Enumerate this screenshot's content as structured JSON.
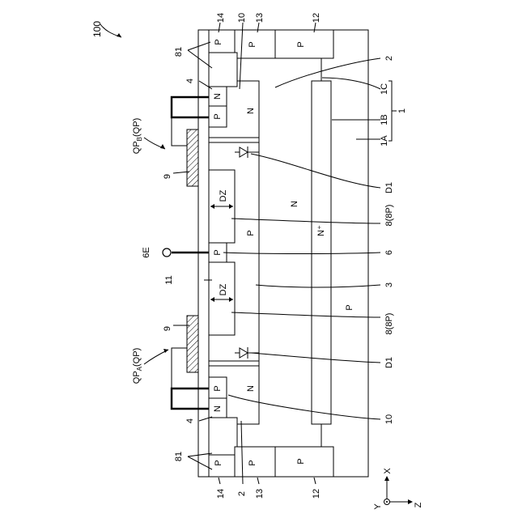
{
  "figure_label": "100",
  "regions": {
    "p14_top": "P",
    "p13_top": "P",
    "p12_top": "P",
    "n_top": "N",
    "p_top": "P",
    "n_right_top": "N",
    "dz_top": "DZ",
    "p_center_top": "P",
    "n_drift": "N",
    "n_plus": "N⁺",
    "p6": "P",
    "dz_bottom": "DZ",
    "p_substrate": "P",
    "n_right_bottom": "N",
    "n_bottom": "N",
    "p_bottom": "P",
    "p14_bottom": "P",
    "p13_bottom": "P",
    "p12_bottom": "P"
  },
  "labels": {
    "l100": "100",
    "l81_top": "81",
    "l14_top": "14",
    "l10_top": "10",
    "l13_top": "13",
    "l12_top": "12",
    "l2_right": "2",
    "l4_top": "4",
    "l1c": "1C",
    "l1b": "1B",
    "l1": "1",
    "l1a": "1A",
    "lqpb": "QP",
    "lqpb_sub": "B",
    "lqpb_tail": "(QP)",
    "l9_top": "9",
    "ld1_top": "D1",
    "l8_top": "8(8P)",
    "l6e": "6E",
    "l6": "6",
    "l11": "11",
    "l3": "3",
    "l8_bottom": "8(8P)",
    "l9_bottom": "9",
    "lqpa": "QP",
    "lqpa_sub": "A",
    "lqpa_tail": "(QP)",
    "ld1_bottom": "D1",
    "l4_bottom": "4",
    "l10_bottom": "10",
    "l81_bottom": "81",
    "l14_bottom": "14",
    "l2_bottom": "2",
    "l13_bottom": "13",
    "l12_bottom": "12",
    "axis_x": "X",
    "axis_y": "Y",
    "axis_z": "Z"
  }
}
